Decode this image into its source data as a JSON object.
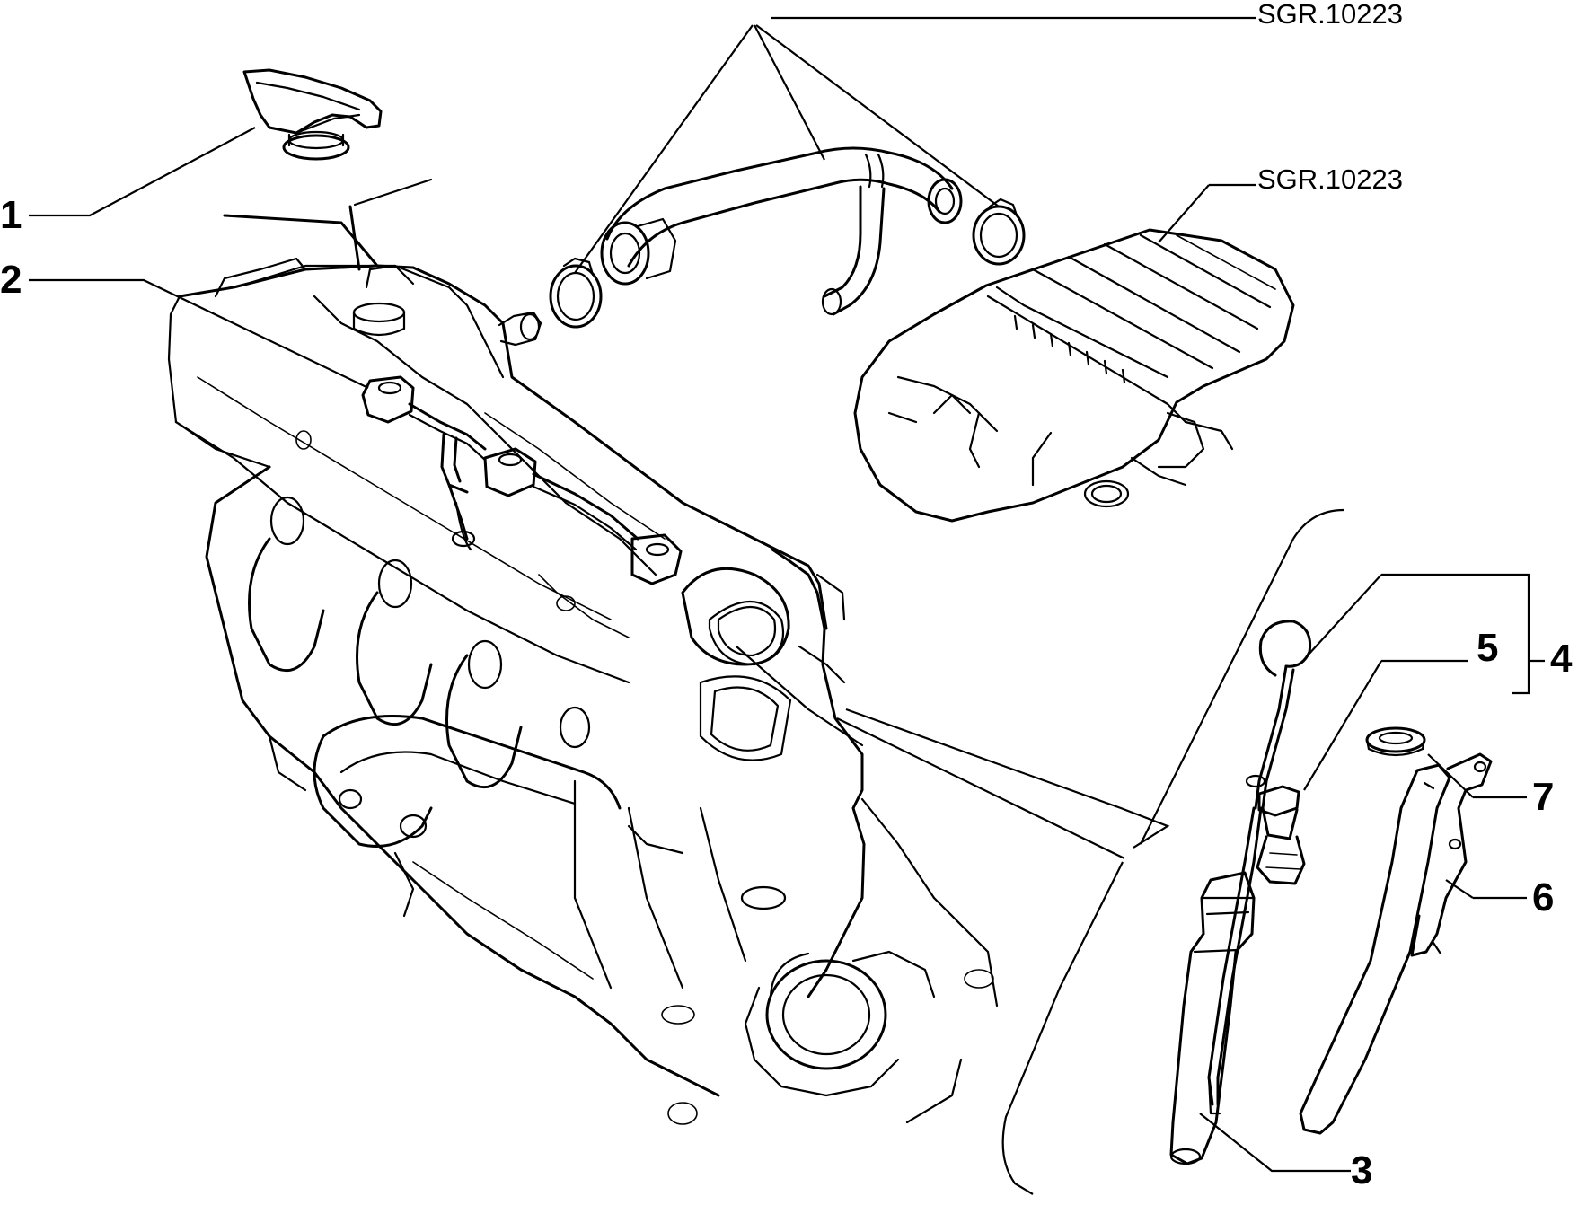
{
  "diagram": {
    "references": {
      "top": "SGR.10223",
      "cover": "SGR.10223"
    },
    "callouts": [
      {
        "id": "1",
        "label": "1"
      },
      {
        "id": "2",
        "label": "2"
      },
      {
        "id": "3",
        "label": "3"
      },
      {
        "id": "4",
        "label": "4"
      },
      {
        "id": "5",
        "label": "5"
      },
      {
        "id": "6",
        "label": "6"
      },
      {
        "id": "7",
        "label": "7"
      }
    ]
  }
}
